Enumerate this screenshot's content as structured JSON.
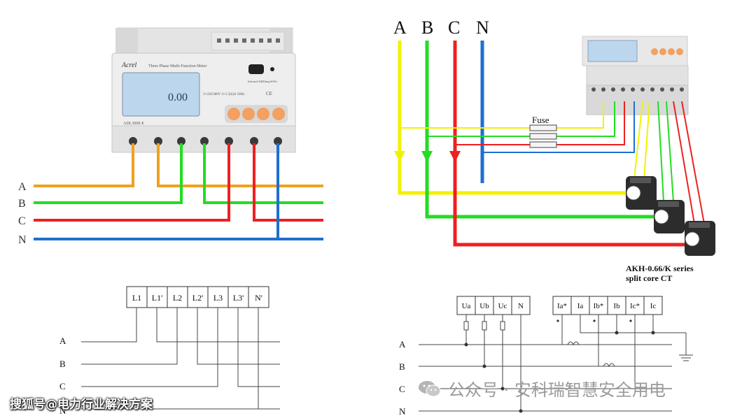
{
  "top_left": {
    "meter": {
      "brand": "Acrel",
      "subtitle": "Three Phase Multi-Function Meter",
      "display": "0.00",
      "model": "ADL3000-E",
      "ir_label": "Infrared  6400imp/kWh",
      "spec": "3×220/380V  3×1.5(6)A  50Hz",
      "class_mark": "CE"
    },
    "lines": [
      "A",
      "B",
      "C",
      "N"
    ]
  },
  "top_right": {
    "phase_labels": [
      "A",
      "B",
      "C",
      "N"
    ],
    "fuse_label": "Fuse",
    "ct_caption_1": "AKH-0.66/K  series",
    "ct_caption_2": "split core CT"
  },
  "bottom_left": {
    "terminals": [
      "L1",
      "L1'",
      "L2",
      "L2'",
      "L3",
      "L3'",
      "N'"
    ],
    "lines": [
      "A",
      "B",
      "C",
      "N"
    ]
  },
  "bottom_right": {
    "voltage_terminals": [
      "Ua",
      "Ub",
      "Uc",
      "N"
    ],
    "current_terminals": [
      "Ia*",
      "Ia",
      "Ib*",
      "Ib",
      "Ic*",
      "Ic"
    ],
    "lines": [
      "A",
      "B",
      "C",
      "N"
    ]
  },
  "watermarks": {
    "left": "搜狐号@电力行业解决方案",
    "right": "公众号 · 安科瑞智慧安全用电"
  },
  "colors": {
    "phase_a_left": "#f0a020",
    "phase_a_right": "#f2f200",
    "phase_b": "#22dd22",
    "phase_c": "#ee2020",
    "neutral": "#1e6fd0"
  }
}
